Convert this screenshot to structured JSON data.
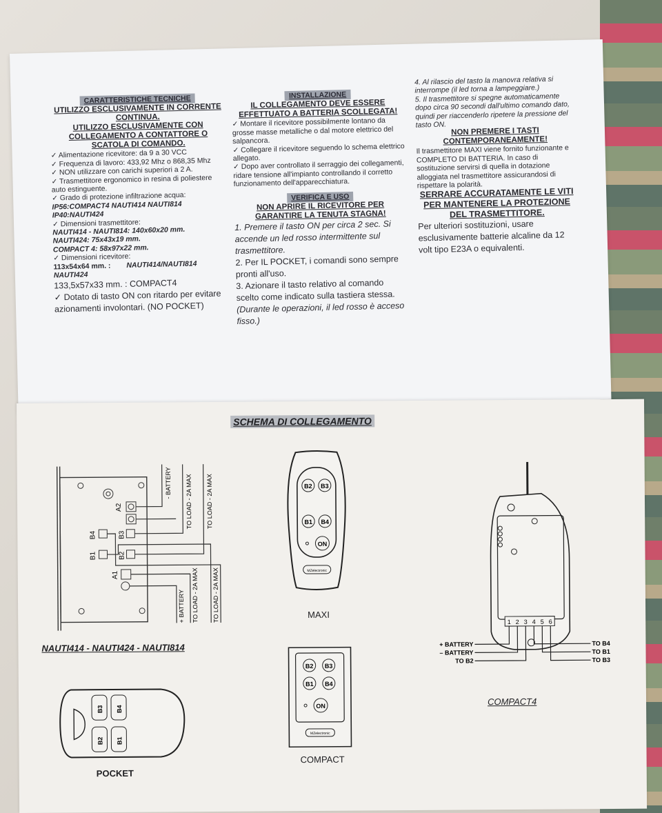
{
  "col1": {
    "heading": "CARATTERISTICHE TECNICHE",
    "sub1": "UTILIZZO ESCLUSIVAMENTE IN CORRENTE CONTINUA.",
    "sub2": "UTILIZZO ESCLUSIVAMENTE CON COLLEGAMENTO A CONTATTORE O SCATOLA DI COMANDO.",
    "l1": "✓ Alimentazione ricevitore: da 9 a 30 VCC",
    "l2": "✓ Frequenza di lavoro: 433,92 Mhz o 868,35 Mhz",
    "l3": "✓ NON utilizzare con carichi superiori a 2 A.",
    "l4": "✓ Trasmettitore ergonomico in resina di poliestere auto estinguente.",
    "l5": "✓ Grado di protezione infiltrazione acqua:",
    "l6": "IP56:COMPACT4 NAUTI414 NAUTI814",
    "l7": "IP40:NAUTI424",
    "l8": "✓ Dimensioni trasmettitore:",
    "l9": "NAUTI414 - NAUTI814: 140x60x20 mm.",
    "l10": "NAUTI424: 75x43x19 mm.",
    "l11": "COMPACT 4: 58x97x22 mm.",
    "l12": "✓ Dimensioni ricevitore:",
    "l13a": "113x54x64 mm. :",
    "l13b": "NAUTI414/NAUTI814 NAUTI424",
    "l14": "133,5x57x33 mm. : COMPACT4",
    "l15": "✓ Dotato di tasto ON con ritardo per evitare azionamenti involontari. (NO POCKET)"
  },
  "col2": {
    "heading": "INSTALLAZIONE",
    "sub1": "IL COLLEGAMENTO DEVE ESSERE EFFETTUATO A BATTERIA SCOLLEGATA!",
    "l1": "✓ Montare il ricevitore possibilmente lontano da grosse masse metalliche o dal motore elettrico del salpancora.",
    "l2": "✓ Collegare il ricevitore seguendo lo schema elettrico allegato.",
    "l3": "✓ Dopo aver controllato il serraggio dei collegamenti, ridare tensione all'impianto controllando il corretto funzionamento dell'apparecchiatura.",
    "heading2": "VERIFICA E USO",
    "sub2": "NON APRIRE IL RICEVITORE PER GARANTIRE LA TENUTA STAGNA!",
    "s1": "1. Premere il tasto ON per circa 2 sec. Si accende un led rosso intermittente sul trasmettitore.",
    "s2": "2. Per IL POCKET, i comandi sono sempre pronti all'uso.",
    "s3": "3. Azionare il tasto relativo al comando scelto come indicato sulla tastiera stessa.",
    "s3b": "(Durante le operazioni, il led rosso è acceso fisso.)"
  },
  "col3": {
    "s4": "4. Al rilascio del tasto la manovra relativa si interrompe (il led torna a lampeggiare.)",
    "s5": "5. Il trasmettitore si spegne automaticamente dopo circa 90 secondi dall'ultimo comando dato, quindi per riaccenderlo ripetere la pressione del tasto ON.",
    "sub1": "NON PREMERE I TASTI CONTEMPORANEAMENTE!",
    "p1": "Il trasmettitore MAXI viene fornito funzionante e COMPLETO DI BATTERIA. In caso di sostituzione servirsi di quella in dotazione alloggiata nel trasmettitore assicurandosi di rispettare la polarità.",
    "sub2": "SERRARE ACCURATAMENTE LE VITI PER MANTENERE LA PROTEZIONE DEL TRASMETTITORE.",
    "p2": "Per ulteriori sostituzioni, usare esclusivamente batterie alcaline da 12 volt tipo E23A o equivalenti."
  },
  "schema": {
    "title": "SCHEMA DI COLLEGAMENTO",
    "nauti_label": "NAUTI414 - NAUTI424 - NAUTI814",
    "maxi_label": "MAXI",
    "compact_label": "COMPACT",
    "pocket_label": "POCKET",
    "compact4_label": "COMPACT4",
    "wire_battery_neg": "- BATTERY",
    "wire_load": "TO LOAD - 2A MAX",
    "wire_battery_pos": "+ BATTERY",
    "term_a2": "A2",
    "term_a1": "A1",
    "term_b1": "B1",
    "term_b2": "B2",
    "term_b3": "B3",
    "term_b4": "B4",
    "btn_b1": "B1",
    "btn_b2": "B2",
    "btn_b3": "B3",
    "btn_b4": "B4",
    "btn_on": "ON",
    "brand": "MZelectronic",
    "c4_pos_batt": "+ BATTERY",
    "c4_neg_batt": "– BATTERY",
    "c4_to_b2": "TO B2",
    "c4_to_b4": "TO B4",
    "c4_to_b1": "TO B1",
    "c4_to_b3": "TO B3",
    "c4_terminals": [
      "1",
      "2",
      "3",
      "4",
      "5",
      "6"
    ]
  }
}
